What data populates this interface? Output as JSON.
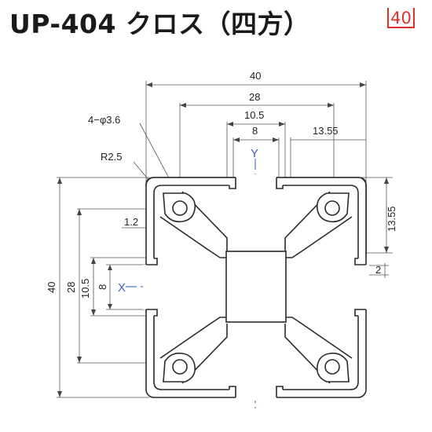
{
  "title": "UP-404 クロス（四方）",
  "badge": "40",
  "axes": {
    "x": "X",
    "y": "Y"
  },
  "dimensions": {
    "top_40": "40",
    "top_28": "28",
    "top_10_5": "10.5",
    "top_8": "8",
    "top_13_55": "13.55",
    "hole_callout": "4−φ3.6",
    "radius_callout": "R2.5",
    "right_13_55": "13.55",
    "right_2": "2",
    "left_1_2": "1.2",
    "left_40": "40",
    "left_28": "28",
    "left_10_5": "10.5",
    "left_8": "8"
  },
  "colors": {
    "accent": "#e0322a",
    "axis": "#3d63b8",
    "outline": "#2a2a2a"
  }
}
